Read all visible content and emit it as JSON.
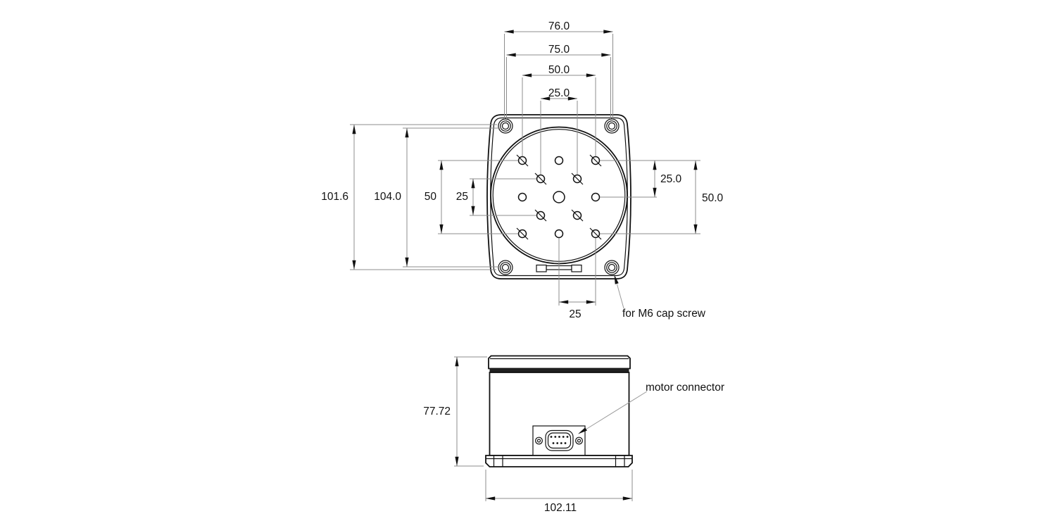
{
  "drawing": {
    "kind": "mechanical dimension drawing",
    "views": [
      "top view",
      "front/side view"
    ],
    "subject": "motorized rotary stage with table hole pattern and motor connector"
  },
  "labels": {
    "top_width_outer": "76.0",
    "top_corner_holes": "75.0",
    "top_holes_50": "50.0",
    "top_holes_25": "25.0",
    "left_outer": "101.6",
    "left_height": "104.0",
    "left_50": "50",
    "left_25": "25",
    "right_25": "25.0",
    "right_50": "50.0",
    "bottom_25": "25",
    "side_height": "77.72",
    "side_width": "102.11"
  },
  "annotations": {
    "m6_note": "for M6 cap screw",
    "motor_note": "motor connector"
  },
  "colors": {
    "outline": "#111111",
    "dimension_lines": "#8c8c8c",
    "text": "#111111",
    "background": "#ffffff",
    "groove": "#202020"
  }
}
